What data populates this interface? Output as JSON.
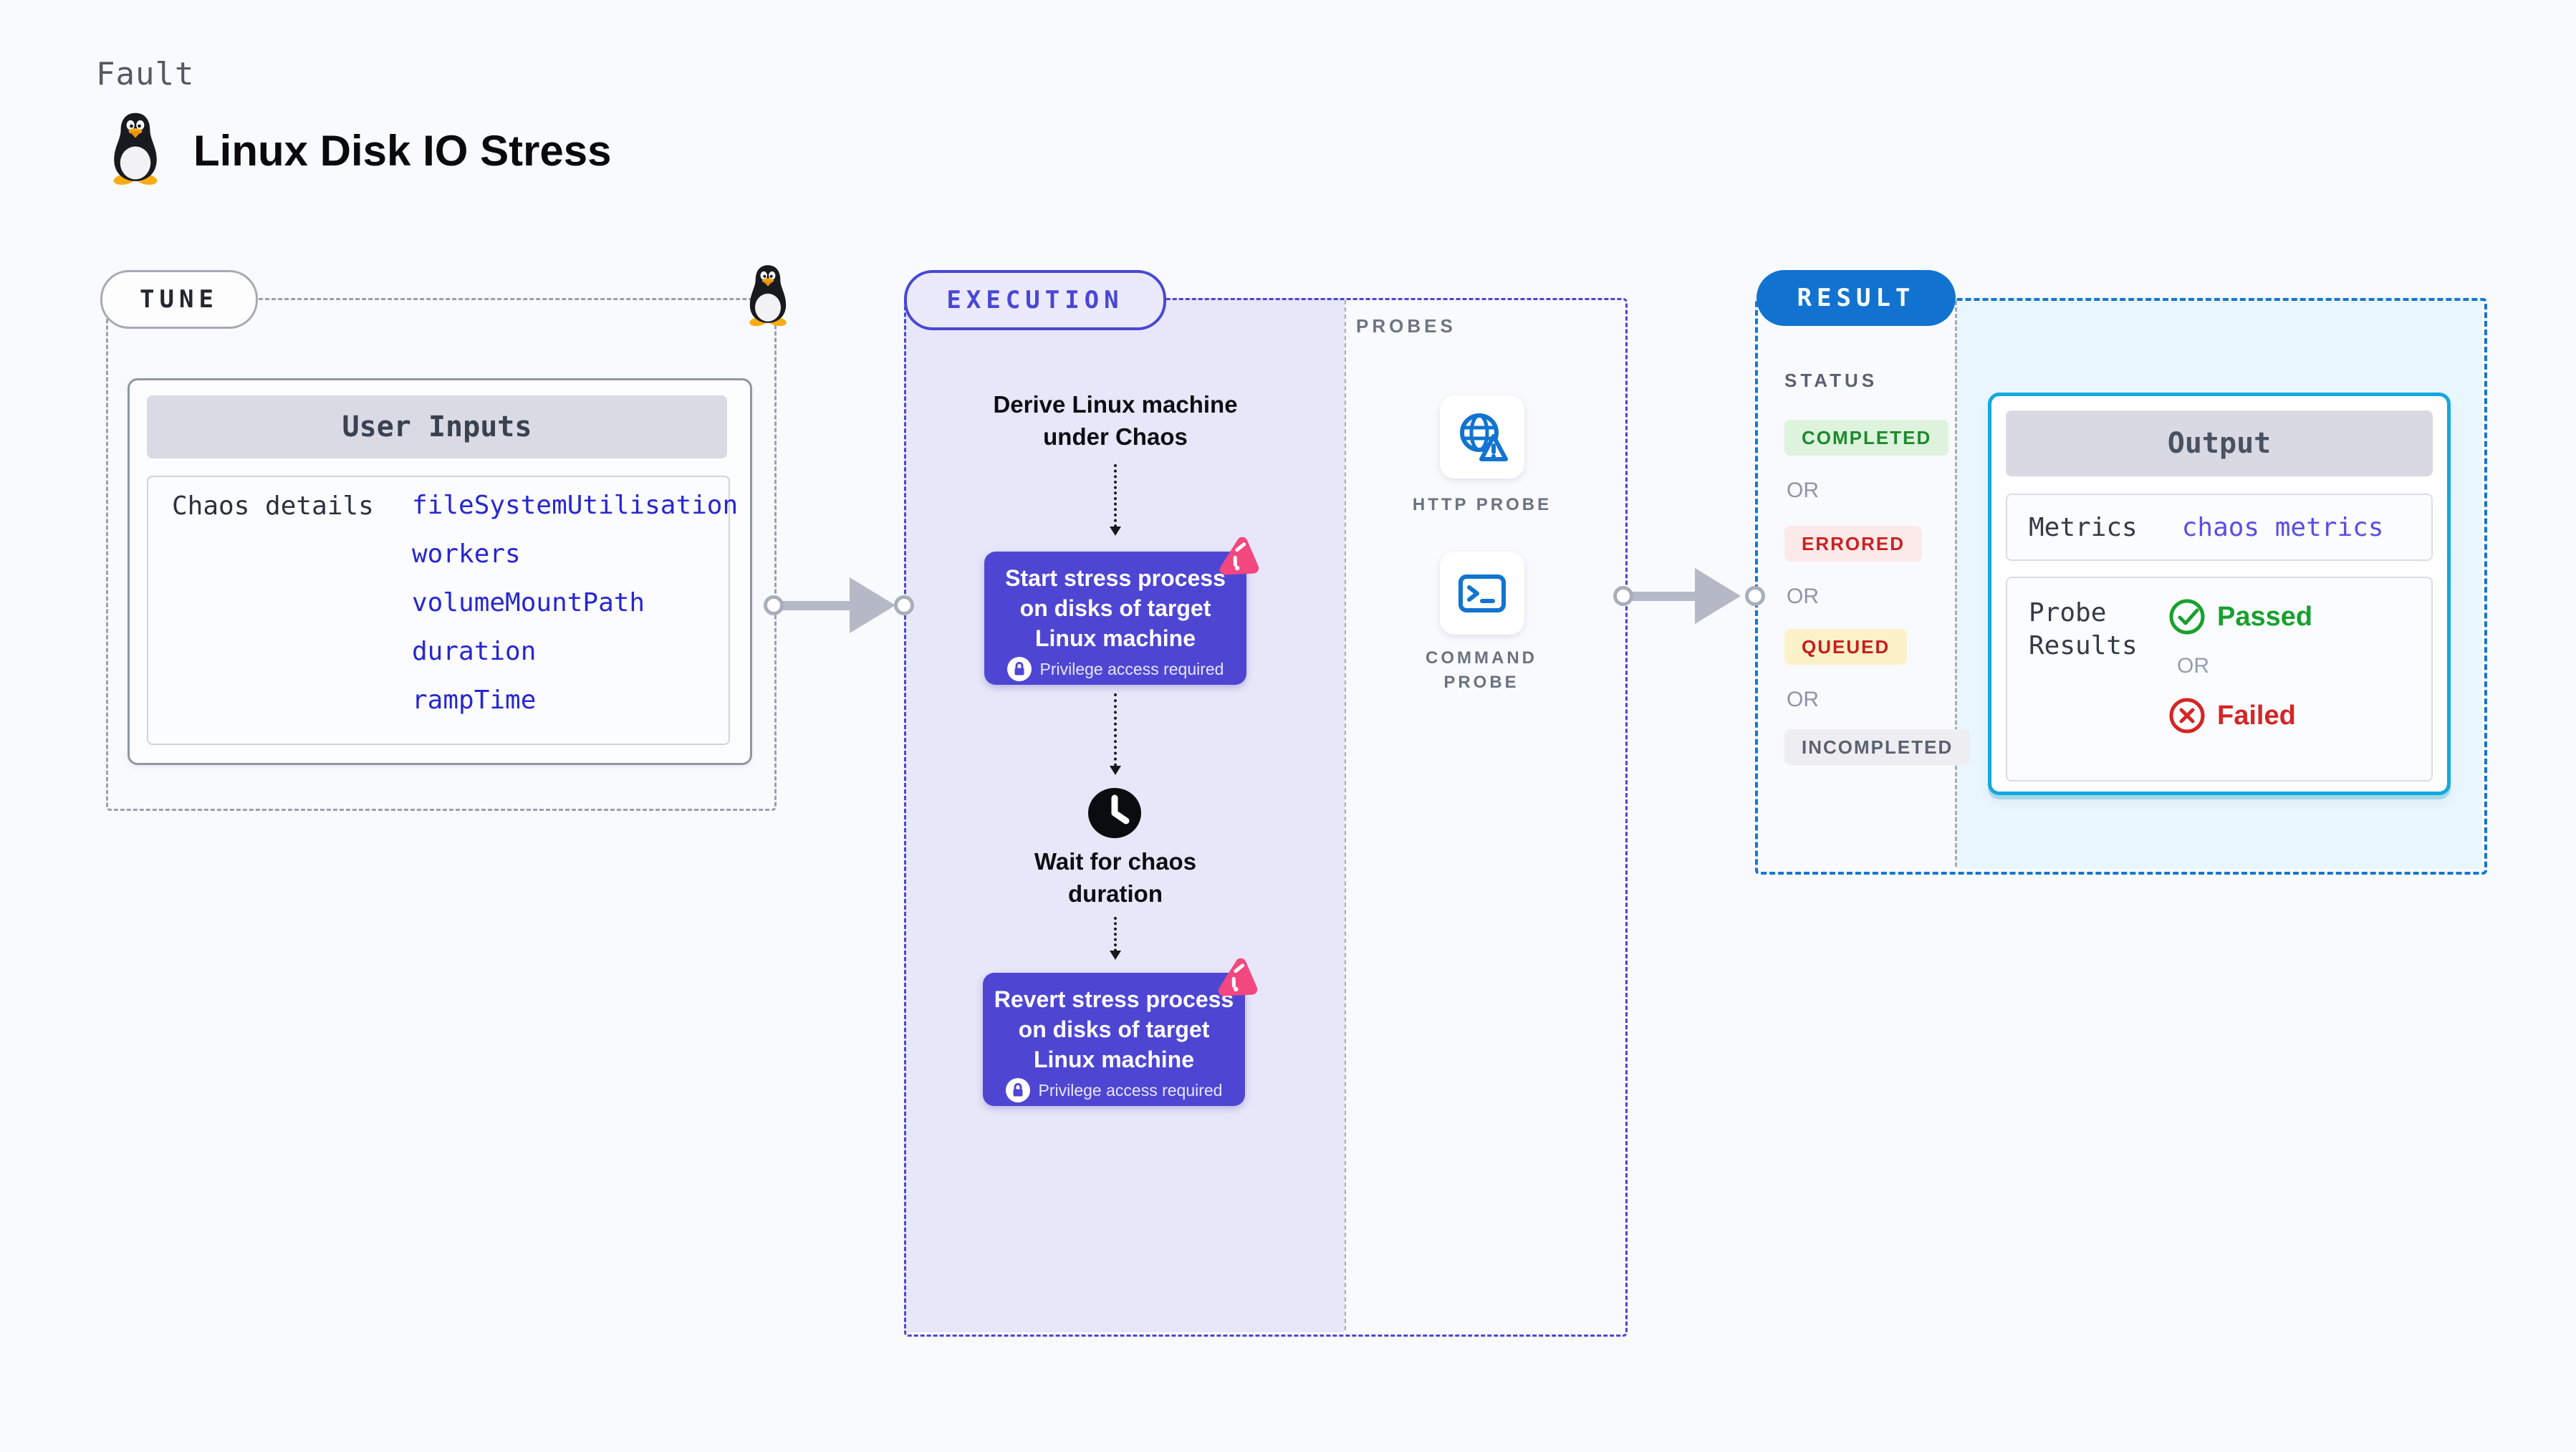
{
  "header": {
    "category": "Fault",
    "title": "Linux Disk IO Stress"
  },
  "tune": {
    "pill_label": "TUNE",
    "card": {
      "title": "User Inputs",
      "row_label": "Chaos details",
      "inputs": [
        "fileSystemUtilisation",
        "workers",
        "volumeMountPath",
        "duration",
        "rampTime"
      ]
    }
  },
  "execution": {
    "pill_label": "EXECUTION",
    "steps": {
      "derive": "Derive Linux machine under Chaos",
      "start": {
        "title": "Start stress process on disks of target Linux machine",
        "badge": "Privilege access required"
      },
      "wait": "Wait for chaos duration",
      "revert": {
        "title": "Revert stress process on disks of target Linux machine",
        "badge": "Privilege access required"
      }
    },
    "probes": {
      "label": "PROBES",
      "items": [
        {
          "label": "HTTP PROBE",
          "icon": "globe-warning-icon"
        },
        {
          "label": "COMMAND PROBE",
          "icon": "terminal-icon"
        }
      ]
    }
  },
  "result": {
    "pill_label": "RESULT",
    "status": {
      "label": "STATUS",
      "separator": "OR",
      "badges": [
        {
          "label": "COMPLETED",
          "bg": "#ddf3dd",
          "fg": "#1d8a2c"
        },
        {
          "label": "ERRORED",
          "bg": "#fceaea",
          "fg": "#ca2222"
        },
        {
          "label": "QUEUED",
          "bg": "#fdf1c8",
          "fg": "#c51d1d"
        },
        {
          "label": "INCOMPLETED",
          "bg": "#ededf2",
          "fg": "#5b6170"
        }
      ]
    },
    "output": {
      "title": "Output",
      "metrics": {
        "label": "Metrics",
        "value": "chaos metrics"
      },
      "probe_results": {
        "label": "Probe Results",
        "passed": "Passed",
        "separator": "OR",
        "failed": "Failed"
      }
    }
  },
  "colors": {
    "accent_indigo": "#4a47d4",
    "node_purple": "#4e46d3",
    "lavender_bg": "#e7e7f9",
    "result_blue": "#1173cf",
    "output_border": "#16a7de",
    "result_bg": "#e9f6fd",
    "value_blue": "#2727d0",
    "metrics_violet": "#584fe2",
    "passed_green": "#18a02f",
    "failed_red": "#d62525",
    "logo_pink": "#f2487f",
    "probe_icon_blue": "#1273d0"
  }
}
